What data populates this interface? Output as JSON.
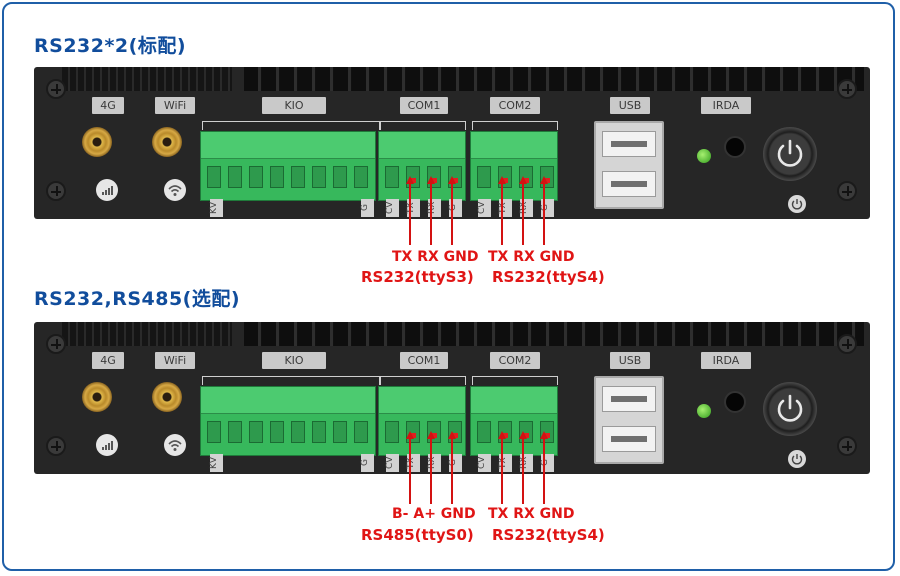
{
  "sections": [
    {
      "title": "RS232*2(标配)",
      "panel": {
        "port_labels": {
          "g4": "4G",
          "wifi": "WiFi",
          "kio": "KIO",
          "com1": "COM1",
          "com2": "COM2",
          "usb": "USB",
          "irda": "IRDA"
        },
        "kio_pin_labels": [
          "KV",
          "G"
        ],
        "com1_pin_labels": [
          "CV",
          "TX",
          "RX",
          "G"
        ],
        "com2_pin_labels": [
          "CV",
          "TX",
          "RX",
          "G"
        ]
      },
      "callouts": {
        "com1_pins": "TX RX GND",
        "com2_pins": "TX RX GND",
        "com1_name": "RS232(ttyS3)",
        "com2_name": "RS232(ttyS4)"
      }
    },
    {
      "title": "RS232,RS485(选配)",
      "panel": {
        "port_labels": {
          "g4": "4G",
          "wifi": "WiFi",
          "kio": "KIO",
          "com1": "COM1",
          "com2": "COM2",
          "usb": "USB",
          "irda": "IRDA"
        },
        "kio_pin_labels": [
          "KV",
          "G"
        ],
        "com1_pin_labels": [
          "CV",
          "TX",
          "RX",
          "G"
        ],
        "com2_pin_labels": [
          "CV",
          "TX",
          "RX",
          "G"
        ]
      },
      "callouts": {
        "com1_pins": "B-  A+ GND",
        "com2_pins": "TX RX GND",
        "com1_name": "RS485(ttyS0)",
        "com2_name": "RS232(ttyS4)"
      }
    }
  ],
  "colors": {
    "frame": "#1f5fa8",
    "title": "#114d9c",
    "callout": "#e01515",
    "terminal": "#37b85c",
    "panel": "#262626"
  },
  "icons": [
    "antenna-icon",
    "signal-bars-icon",
    "wifi-icon",
    "power-icon",
    "usb-port-icon",
    "led-indicator-icon",
    "ir-receiver-icon",
    "screw-icon"
  ]
}
